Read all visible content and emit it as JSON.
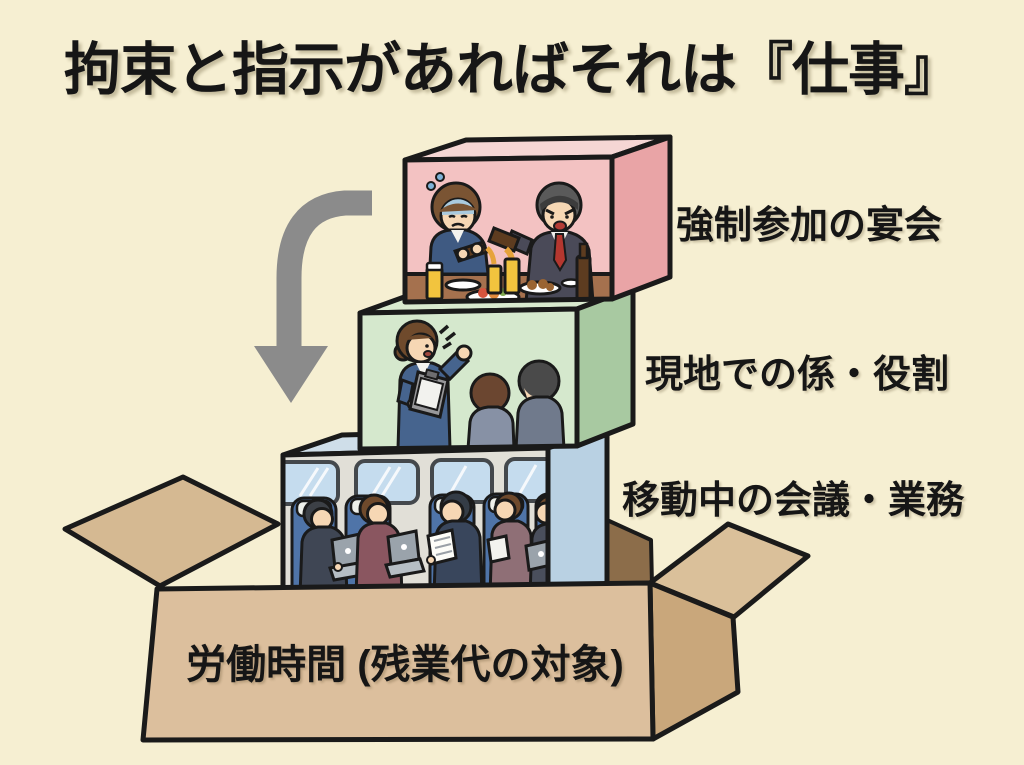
{
  "page": {
    "background_color": "#f6efd2",
    "text_color": "#161616",
    "title": "拘束と指示があればそれは『仕事』"
  },
  "pyramid": {
    "arrow": {
      "name": "curved-down-arrow",
      "color": "#8b8b8b",
      "direction": "down-into-box"
    },
    "levels": [
      {
        "label": "強制参加の宴会",
        "scene": "forced-drinking-party — senior man pouring beer while a distressed employee pours his drink",
        "front_color": "#f3c2c2",
        "side_color": "#e9a4a6",
        "top_color": "#f5d6d4"
      },
      {
        "label": "現地での係・役割",
        "scene": "on-site-role-briefing — woman with clipboard instructing two staff seen from behind",
        "front_color": "#d5e8cd",
        "side_color": "#a8c9a1",
        "top_color": "#d9eacf"
      },
      {
        "label": "移動中の会議・業務",
        "scene": "working-on-train — five employees with laptops and papers in blue train seats",
        "front_color": "#e1dfd7",
        "side_color": "#b9d1e3",
        "top_color": "#cfdee9"
      },
      {
        "label": "労働時間 (残業代の対象)",
        "scene": "open-cardboard-box — all boxes above are dropped into it",
        "front_color": "#dcbf9d",
        "side_color": "#c9a77b",
        "flap_color": "#dac09a",
        "inner_color": "#8c6d4a"
      }
    ]
  }
}
